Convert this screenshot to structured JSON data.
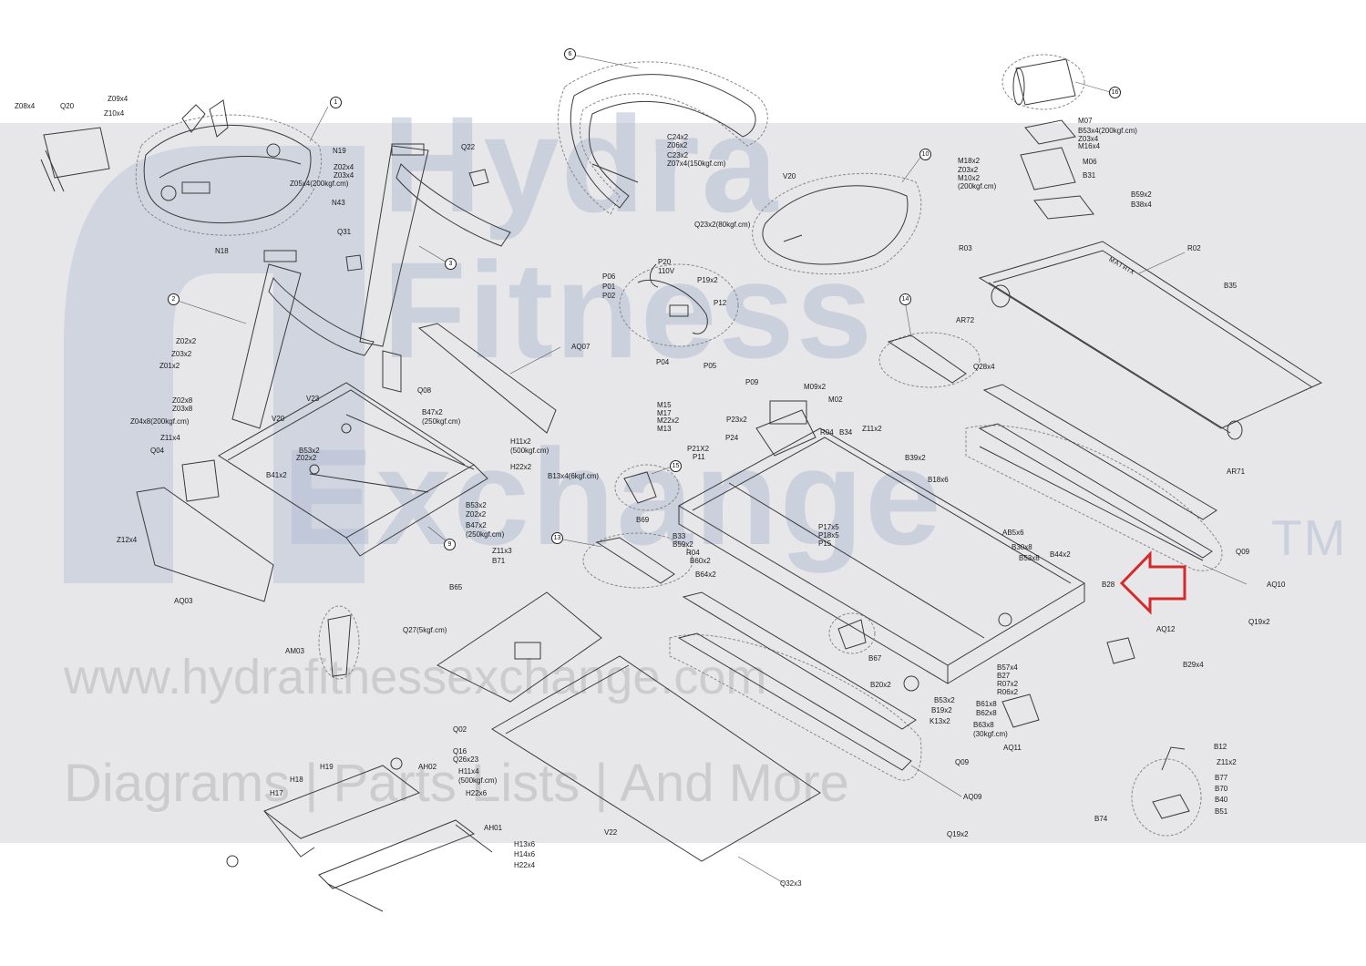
{
  "watermark": {
    "brand_line1": "Hydra",
    "brand_line2": "Fitness",
    "brand_line3": "Exchange",
    "trademark": "TM",
    "url": "www.hydrafitnessexchange.com",
    "tagline": "Diagrams | Parts Lists | And More"
  },
  "colors": {
    "highlight_arrow": "#d42a2a",
    "band": "#e7e7e9",
    "lines": "#3a3a3a"
  },
  "callouts": [
    "1",
    "2",
    "3",
    "6",
    "9",
    "10",
    "13",
    "14",
    "15",
    "16"
  ],
  "labels": {
    "Z08x4": "Z08x4",
    "Q20": "Q20",
    "Z09x4": "Z09x4",
    "Z10x4": "Z10x4",
    "N19": "N19",
    "Z02x4a": "Z02x4",
    "Z03x4a": "Z03x4",
    "Z05x4": "Z05x4(200kgf.cm)",
    "N43": "N43",
    "Q22": "Q22",
    "N18": "N18",
    "Q31": "Q31",
    "Z02x2": "Z02x2",
    "Z03x2": "Z03x2",
    "Z01x2": "Z01x2",
    "Z02x8": "Z02x8",
    "Z03x8": "Z03x8",
    "Z04x8": "Z04x8(200kgf.cm)",
    "Z11x4": "Z11x4",
    "Q04": "Q04",
    "V20a": "V20",
    "V23": "V23",
    "Q08": "Q08",
    "AQ07": "AQ07",
    "B47x2a": "B47x2",
    "B47x2a_t": "(250kgf.cm)",
    "B53x2a": "B53x2",
    "Z02x2b": "Z02x2",
    "B41x2": "B41x2",
    "H11x2": "H11x2",
    "H11x2_t": "(500kgf.cm)",
    "H22x2": "H22x2",
    "B53x2b": "B53x2",
    "Z02x2c": "Z02x2",
    "B47x2b": "B47x2",
    "B47x2b_t": "(250kgf.cm)",
    "Z12x4": "Z12x4",
    "AQ03": "AQ03",
    "AM03": "AM03",
    "C24x2": "C24x2",
    "Z06x2": "Z06x2",
    "C23x2": "C23x2",
    "Z07x4": "Z07x4(150kgf.cm)",
    "V20b": "V20",
    "Q23x2": "Q23x2(80kgf.cm)",
    "P20": "P20",
    "P20_v": "110V",
    "P06": "P06",
    "P01": "P01",
    "P02": "P02",
    "P19x2": "P19x2",
    "P12": "P12",
    "P04": "P04",
    "P05": "P05",
    "P09": "P09",
    "M09x2": "M09x2",
    "M02": "M02",
    "M15": "M15",
    "M17": "M17",
    "M22x2": "M22x2",
    "M13": "M13",
    "P23x2": "P23x2",
    "P24": "P24",
    "P21X2": "P21X2",
    "P11": "P11",
    "R04a": "R04",
    "B34": "B34",
    "Z11x2a": "Z11x2",
    "B39x2": "B39x2",
    "B18x6": "B18x6",
    "B13x4": "B13x4(6kgf.cm)",
    "B69": "B69",
    "P17x5": "P17x5",
    "P18x5": "P18x5",
    "P15": "P15",
    "B33": "B33",
    "B59x2a": "B59x2",
    "R04b": "R04",
    "B60x2": "B60x2",
    "B64x2": "B64x2",
    "AB5x6": "AB5x6",
    "B30x8": "B30x8",
    "B53x8": "B53x8",
    "B44x2": "B44x2",
    "B28": "B28",
    "Z11x3": "Z11x3",
    "B71": "B71",
    "B65": "B65",
    "Q27": "Q27(5kgf.cm)",
    "B67": "B67",
    "B57x4": "B57x4",
    "B27": "B27",
    "R07x2": "R07x2",
    "R06x2": "R06x2",
    "B20x2": "B20x2",
    "B53x2c": "B53x2",
    "B19x2": "B19x2",
    "K13x2": "K13x2",
    "B61x8": "B61x8",
    "B62x8": "B62x8",
    "B63x8": "B63x8",
    "B63x8_t": "(30kgf.cm)",
    "AQ11": "AQ11",
    "AQ12": "AQ12",
    "B29x4": "B29x4",
    "Q02": "Q02",
    "Q16": "Q16",
    "Q26x23": "Q26x23",
    "H19": "H19",
    "H18": "H18",
    "H17": "H17",
    "AH02": "AH02",
    "H11x4": "H11x4",
    "H11x4_t": "(500kgf.cm)",
    "H22x6": "H22x6",
    "AH01": "AH01",
    "H13x6": "H13x6",
    "H14x6": "H14x6",
    "H22x4": "H22x4",
    "V22": "V22",
    "Q32x3": "Q32x3",
    "Q09b": "Q09",
    "AQ09": "AQ09",
    "Q19x2b": "Q19x2",
    "M07": "M07",
    "B53x4": "B53x4(200kgf.cm)",
    "Z03x4b": "Z03x4",
    "M16x4": "M16x4",
    "M18x2": "M18x2",
    "Z03x2b": "Z03x2",
    "M10x2": "M10x2",
    "M10x2_t": "(200kgf.cm)",
    "M06": "M06",
    "B31": "B31",
    "B59x2b": "B59x2",
    "B38x4": "B38x4",
    "R03": "R03",
    "R02": "R02",
    "B35": "B35",
    "AR72": "AR72",
    "AR71": "AR71",
    "Q28x4": "Q28x4",
    "Q09a": "Q09",
    "AQ10": "AQ10",
    "Q19x2a": "Q19x2",
    "B12": "B12",
    "Z11x2b": "Z11x2",
    "B77": "B77",
    "B70": "B70",
    "B40": "B40",
    "B51": "B51",
    "B74": "B74",
    "brand_deck": "MATRIX"
  }
}
